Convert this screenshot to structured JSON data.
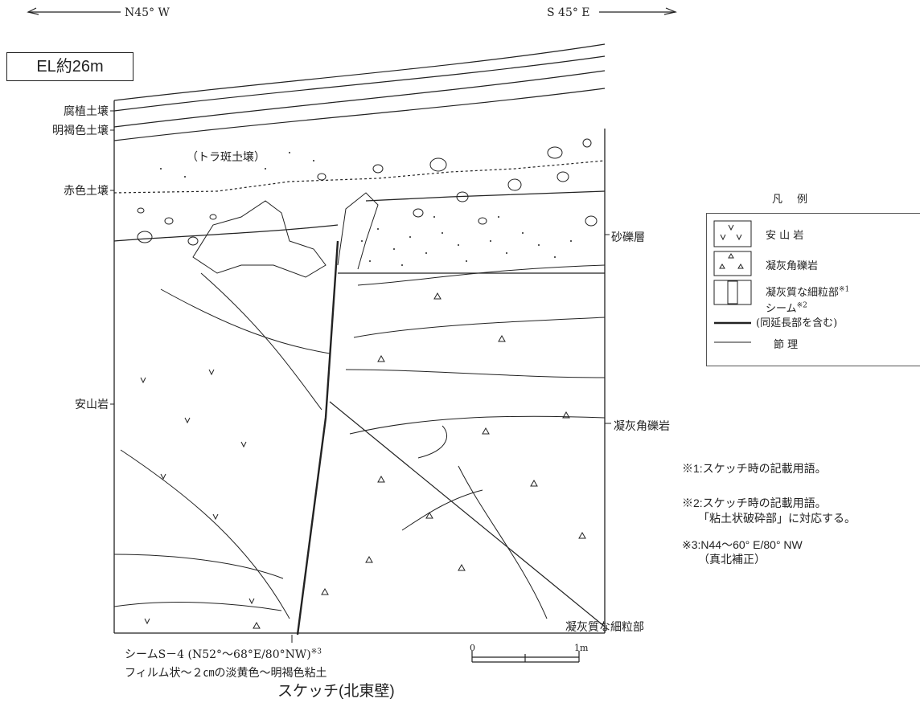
{
  "orientation": {
    "left": "N45° W",
    "right": "S 45° E"
  },
  "elevation_label": "EL約26m",
  "left_labels": {
    "humus_soil": "腐植土壌",
    "light_brown_soil": "明褐色土壌",
    "red_soil": "赤色土壌",
    "andesite": "安山岩"
  },
  "inner_label": "（トラ斑土壌）",
  "right_labels": {
    "gravel": "砂礫層",
    "tuff_breccia": "凝灰角礫岩",
    "tuffaceous_fine": "凝灰質な細粒部"
  },
  "legend": {
    "title": "凡例",
    "items": [
      {
        "label": "安 山 岩"
      },
      {
        "label": "凝灰角礫岩"
      },
      {
        "label": "凝灰質な細粒部",
        "note": "※1"
      },
      {
        "label": "シーム",
        "note": "※2",
        "sub": "(同延長部を含む)"
      },
      {
        "label": "節 理"
      }
    ]
  },
  "seam_label": {
    "line1": "シームS－4 (N52°～68°E/80°NW)",
    "note": "※3",
    "line2": "フィルム状～２㎝の淡黄色～明褐色粘土"
  },
  "scale": {
    "zero": "0",
    "one": "1m"
  },
  "notes": {
    "n1": "※1:スケッチ時の記載用語。",
    "n2a": "※2:スケッチ時の記載用語。",
    "n2b": "「粘土状破砕部」に対応する。",
    "n3a": "※3:N44～60° E/80° NW",
    "n3b": "（真北補正）"
  },
  "caption": "スケッチ(北東壁)"
}
